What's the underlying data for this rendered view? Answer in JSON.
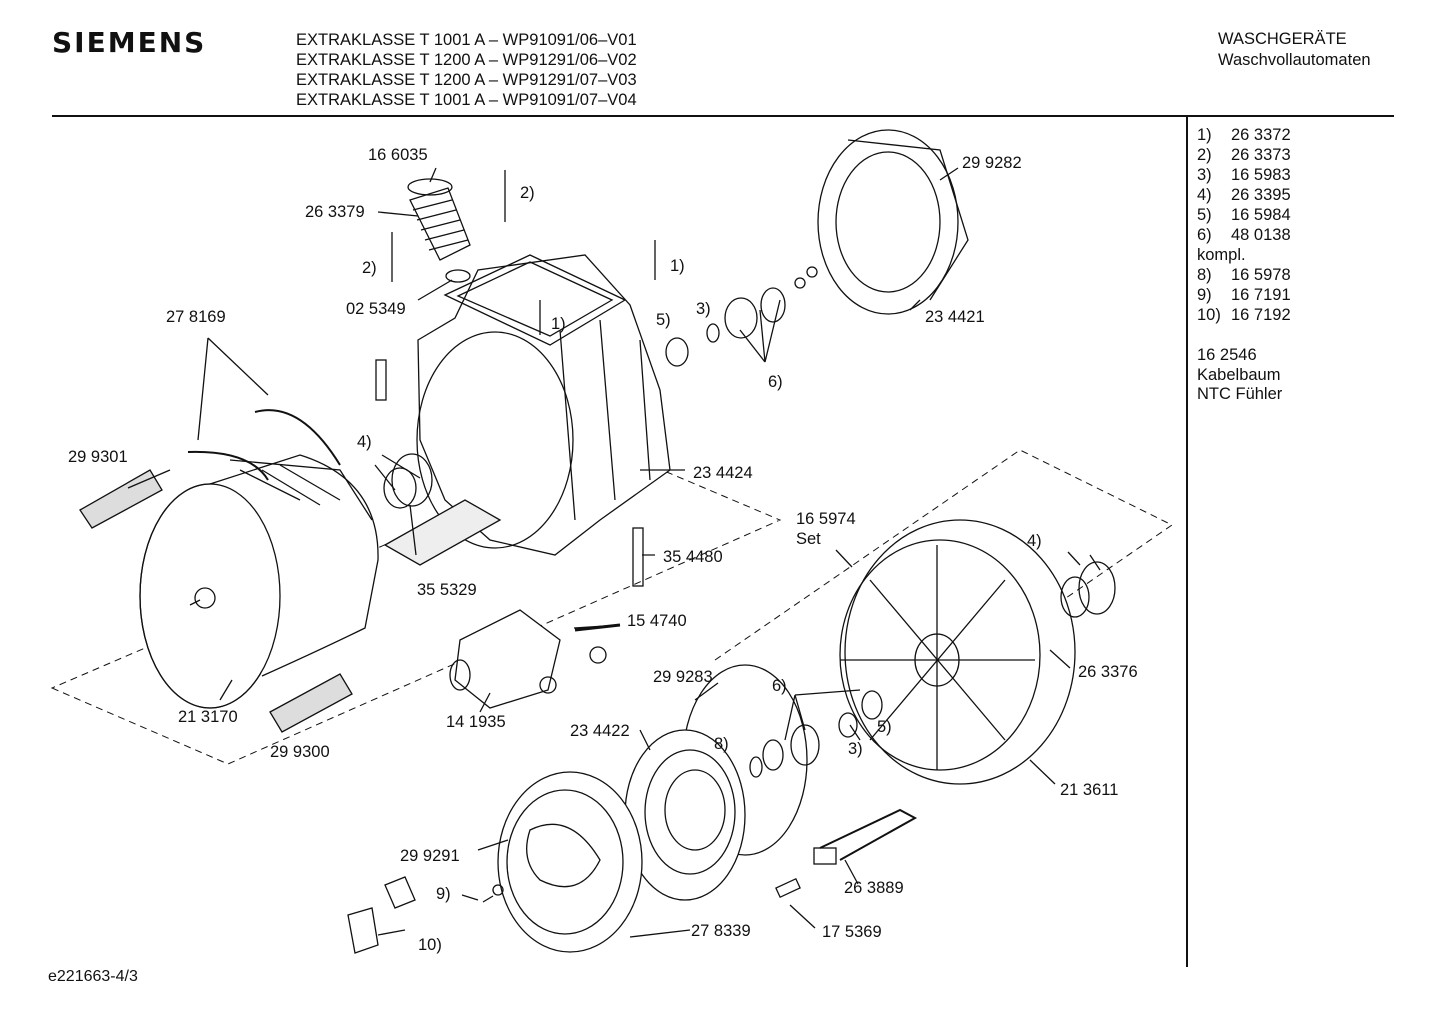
{
  "header": {
    "brand": "SIEMENS",
    "models": [
      "EXTRAKLASSE T 1001 A – WP91091/06–V01",
      "EXTRAKLASSE T 1200 A – WP91291/06–V02",
      "EXTRAKLASSE T 1200 A – WP91291/07–V03",
      "EXTRAKLASSE T 1001 A – WP91091/07–V04"
    ],
    "category": "WASCHGERÄTE",
    "subcategory": "Waschvollautomaten"
  },
  "reference_list": [
    {
      "num": "1)",
      "part": "26 3372"
    },
    {
      "num": "2)",
      "part": "26 3373"
    },
    {
      "num": "3)",
      "part": "16 5983"
    },
    {
      "num": "4)",
      "part": "26 3395"
    },
    {
      "num": "5)",
      "part": "16 5984"
    },
    {
      "num": "6)",
      "part": "48 0138"
    },
    {
      "num": "kompl.",
      "part": ""
    },
    {
      "num": "8)",
      "part": "16 5978"
    },
    {
      "num": "9)",
      "part": "16 7191"
    },
    {
      "num": "10)",
      "part": "16 7192"
    }
  ],
  "extra_notes": [
    "16 2546",
    "Kabelbaum",
    "NTC Fühler"
  ],
  "callouts": {
    "p166035": "16 6035",
    "p263379": "26 3379",
    "p025349": "02 5349",
    "p278169": "27 8169",
    "p299301": "29 9301",
    "p213170": "21 3170",
    "p299300": "29 9300",
    "p355329": "35 5329",
    "p234424": "23 4424",
    "p354480": "35 4480",
    "p154740": "15 4740",
    "p141935": "14 1935",
    "p299282": "29 9282",
    "p234421": "23 4421",
    "p165974": "16 5974",
    "set": "Set",
    "p263376": "26 3376",
    "p213611": "21 3611",
    "p299283": "29 9283",
    "p234422": "23 4422",
    "p299291": "29 9291",
    "p278339": "27 8339",
    "p263889": "26 3889",
    "p175369": "17 5369",
    "n2a": "2)",
    "n2b": "2)",
    "n1a": "1)",
    "n1b": "1)",
    "n5a": "5)",
    "n3a": "3)",
    "n6a": "6)",
    "n4a": "4)",
    "n4b": "4)",
    "n6b": "6)",
    "n8": "8)",
    "n3b": "3)",
    "n5b": "5)",
    "n9": "9)",
    "n10": "10)"
  },
  "footer": "e221663-4/3"
}
